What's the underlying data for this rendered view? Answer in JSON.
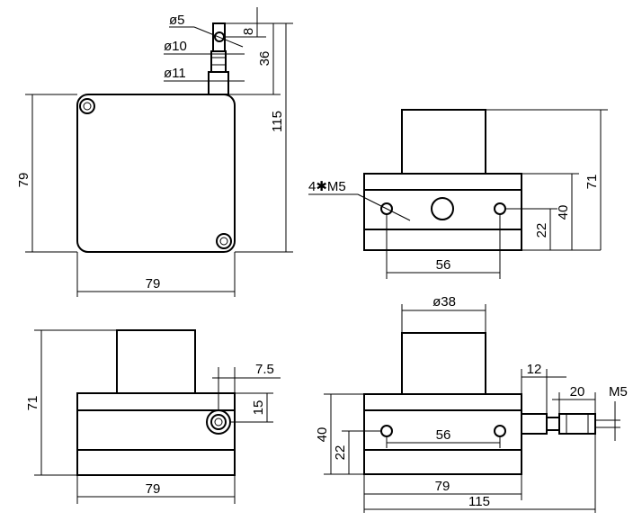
{
  "dimensions": {
    "top": {
      "d_pin": "ø5",
      "pin_h": "8",
      "d_shaft": "ø10",
      "d_collar": "ø11",
      "h_36": "36",
      "h_115": "115",
      "w_79": "79",
      "h_79": "79"
    },
    "front": {
      "holes": "4✱M5",
      "h_71": "71",
      "h_40": "40",
      "h_22": "22",
      "span_56": "56"
    },
    "side": {
      "off_7_5": "7.5",
      "h_15": "15",
      "h_71": "71",
      "w_79": "79"
    },
    "bottom": {
      "d_38": "ø38",
      "w_12": "12",
      "w_20": "20",
      "thread": "M5",
      "h_40": "40",
      "h_22": "22",
      "span_56": "56",
      "w_79": "79",
      "w_115": "115"
    }
  }
}
